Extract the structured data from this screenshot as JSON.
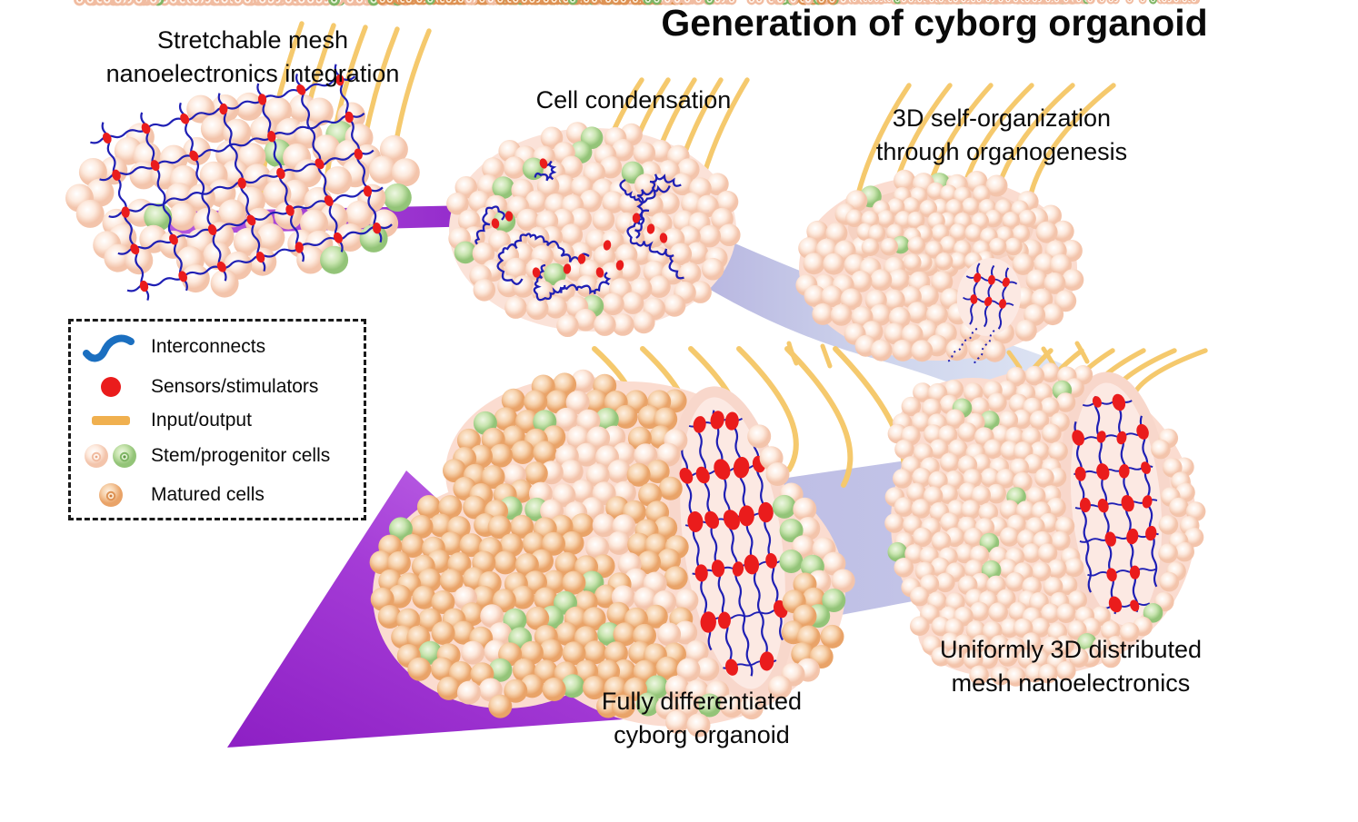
{
  "title": "Generation of cyborg organoid",
  "stages": [
    {
      "name": "stretchable-mesh-integration",
      "label": "Stretchable mesh\nnanoelectronics integration"
    },
    {
      "name": "cell-condensation",
      "label": "Cell condensation"
    },
    {
      "name": "3d-self-organization",
      "label": "3D self-organization\nthrough organogenesis"
    },
    {
      "name": "uniform-3d-mesh",
      "label": "Uniformly 3D distributed\nmesh nanoelectronics"
    },
    {
      "name": "fully-differentiated",
      "label": "Fully differentiated\ncyborg organoid"
    }
  ],
  "legend": {
    "items": [
      {
        "icon": "interconnect-icon",
        "label": "Interconnects"
      },
      {
        "icon": "sensor-stimulator-icon",
        "label": "Sensors/stimulators"
      },
      {
        "icon": "input-output-icon",
        "label": "Input/output"
      },
      {
        "icon": "stem-progenitor-cells-icon",
        "label": "Stem/progenitor cells"
      },
      {
        "icon": "matured-cell-icon",
        "label": "Matured cells"
      }
    ]
  },
  "colors": {
    "background": "#ffffff",
    "text": "#0a0a0a",
    "interconnect_blue": "#1b6fc0",
    "mesh_navy": "#1f1fb4",
    "sensor_red": "#ea1c1c",
    "io_yellow": "#f5c96d",
    "io_yellow_legend": "#f0b04f",
    "arrow_purple": "#a43bd6",
    "arrow_purple_dark": "#8d1fc4",
    "arrow_lavender": "#b7b4e1",
    "arrow_pale_blue": "#dfe7f5",
    "cell_pale": "#f3c4ab",
    "cell_green": "#93c478",
    "cell_orange": "#e9a368"
  }
}
